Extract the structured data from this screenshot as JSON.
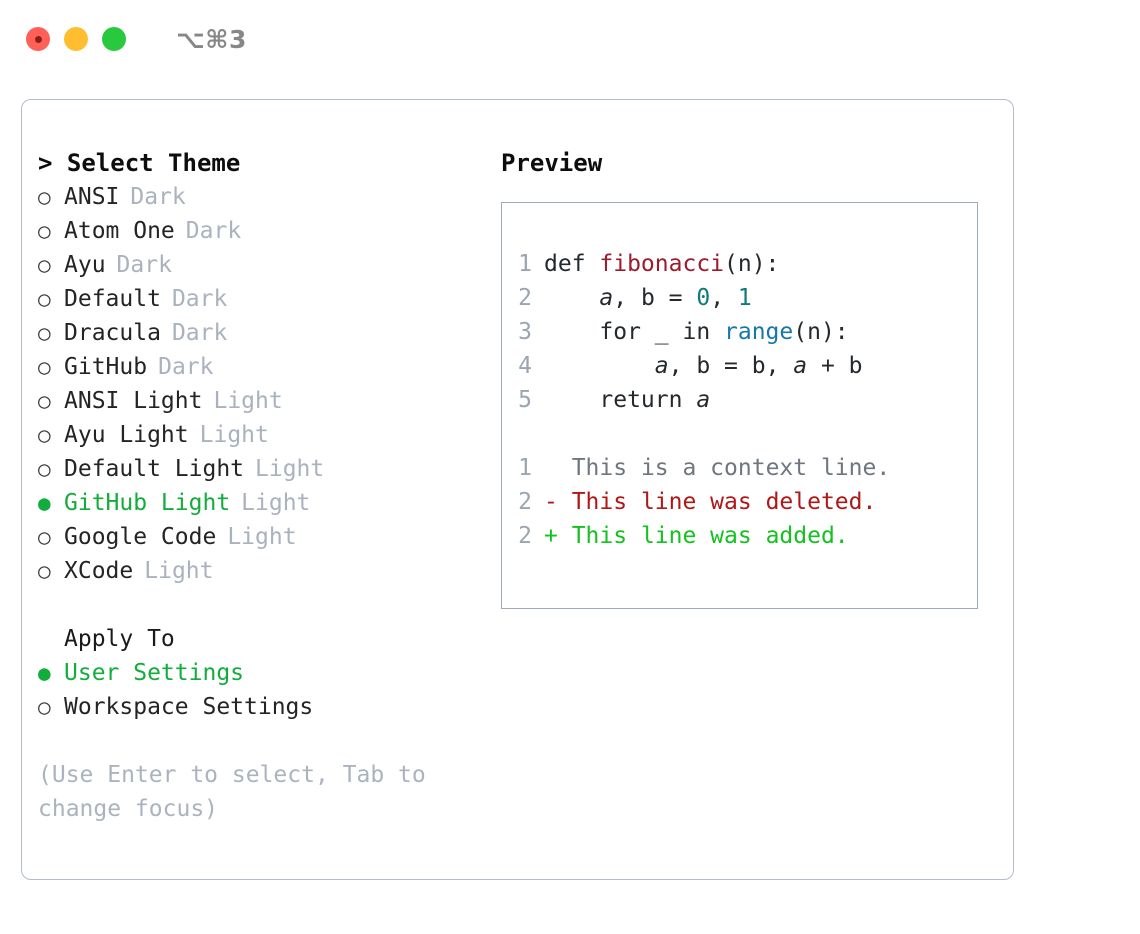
{
  "window": {
    "title": "⌥⌘3",
    "traffic_lights": [
      {
        "name": "close",
        "color": "#ff6058"
      },
      {
        "name": "minimize",
        "color": "#ffbe2f"
      },
      {
        "name": "maximize",
        "color": "#28c93f"
      }
    ]
  },
  "theme_picker": {
    "header": "> Select Theme",
    "options": [
      {
        "marker": "○",
        "label": "ANSI",
        "tag": "Dark",
        "selected": false
      },
      {
        "marker": "○",
        "label": "Atom One",
        "tag": "Dark",
        "selected": false
      },
      {
        "marker": "○",
        "label": "Ayu",
        "tag": "Dark",
        "selected": false
      },
      {
        "marker": "○",
        "label": "Default",
        "tag": "Dark",
        "selected": false
      },
      {
        "marker": "○",
        "label": "Dracula",
        "tag": "Dark",
        "selected": false
      },
      {
        "marker": "○",
        "label": "GitHub",
        "tag": "Dark",
        "selected": false
      },
      {
        "marker": "○",
        "label": "ANSI Light",
        "tag": "Light",
        "selected": false
      },
      {
        "marker": "○",
        "label": "Ayu Light",
        "tag": "Light",
        "selected": false
      },
      {
        "marker": "○",
        "label": "Default Light",
        "tag": "Light",
        "selected": false
      },
      {
        "marker": "●",
        "label": "GitHub Light",
        "tag": "Light",
        "selected": true
      },
      {
        "marker": "○",
        "label": "Google Code",
        "tag": "Light",
        "selected": false
      },
      {
        "marker": "○",
        "label": "XCode",
        "tag": "Light",
        "selected": false
      }
    ]
  },
  "apply_to": {
    "header": "Apply To",
    "options": [
      {
        "marker": "●",
        "label": "User Settings",
        "selected": true
      },
      {
        "marker": "○",
        "label": "Workspace Settings",
        "selected": false
      }
    ]
  },
  "hint": "(Use Enter to select, Tab to change focus)",
  "preview": {
    "title": "Preview",
    "code_lines": [
      {
        "no": "1",
        "parts": [
          {
            "text": "def ",
            "cls": "tok-def"
          },
          {
            "text": "fibonacci",
            "cls": "tok-func"
          },
          {
            "text": "(n):",
            "cls": "tok-punct"
          }
        ]
      },
      {
        "no": "2",
        "parts": [
          {
            "text": "    ",
            "cls": "tok-punct"
          },
          {
            "text": "a",
            "cls": "tok-var"
          },
          {
            "text": ", b = ",
            "cls": "tok-punct"
          },
          {
            "text": "0",
            "cls": "tok-num"
          },
          {
            "text": ", ",
            "cls": "tok-punct"
          },
          {
            "text": "1",
            "cls": "tok-num"
          }
        ]
      },
      {
        "no": "3",
        "parts": [
          {
            "text": "    for _ in ",
            "cls": "tok-punct"
          },
          {
            "text": "range",
            "cls": "tok-builtin"
          },
          {
            "text": "(n):",
            "cls": "tok-punct"
          }
        ]
      },
      {
        "no": "4",
        "parts": [
          {
            "text": "        ",
            "cls": "tok-punct"
          },
          {
            "text": "a",
            "cls": "tok-var"
          },
          {
            "text": ", b = b, ",
            "cls": "tok-punct"
          },
          {
            "text": "a",
            "cls": "tok-var"
          },
          {
            "text": " + b",
            "cls": "tok-punct"
          }
        ]
      },
      {
        "no": "5",
        "parts": [
          {
            "text": "    return ",
            "cls": "tok-punct"
          },
          {
            "text": "a",
            "cls": "tok-var"
          }
        ]
      }
    ],
    "diff_lines": [
      {
        "no": "1",
        "sign": " ",
        "text": " This is a context line.",
        "kind": "context"
      },
      {
        "no": "2",
        "sign": "-",
        "text": " This line was deleted.",
        "kind": "deleted"
      },
      {
        "no": "2",
        "sign": "+",
        "text": " This line was added.",
        "kind": "added"
      }
    ]
  },
  "colors": {
    "accent_green": "#12ad3c",
    "muted": "#a9b2be",
    "diff_add": "#12c21f",
    "diff_del": "#b01717",
    "keyword_func": "#9b1c2c",
    "number": "#0f7a7a",
    "builtin": "#1678a8"
  }
}
